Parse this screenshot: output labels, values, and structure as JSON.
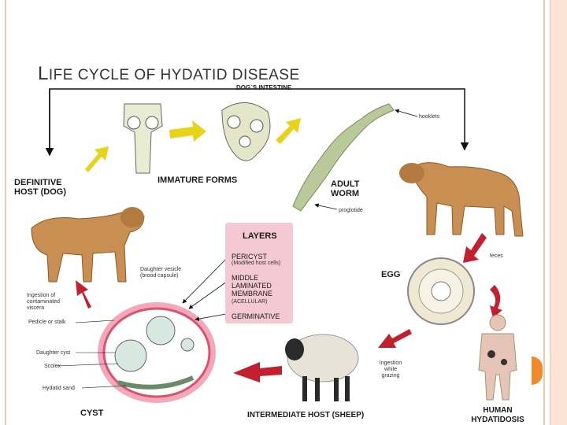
{
  "title": {
    "first": "L",
    "rest": "IFE CYCLE OF HYDATID DISEASE"
  },
  "labels": {
    "dogs_intestine": "DOG`S INTESTINE",
    "hooklets": "hooklets",
    "definitive_host": "DEFINITIVE HOST (DOG)",
    "immature_forms": "IMMATURE FORMS",
    "adult_worm": "ADULT WORM",
    "proglottide": "proglotide",
    "feces": "feces",
    "egg": "EGG",
    "layers": "LAYERS",
    "pericyst": "PERICYST",
    "pericyst_note": "(Modified host cells)",
    "middle_membrane": "MIDDLE LAMINATED MEMBRANE",
    "acellular": "(ACELLULAR)",
    "germinative": "GERMINATIVE",
    "daughter_vesicle": "Daughter vesicle (brood capsule)",
    "ingestion_viscera": "Ingestion of contaminated viscera",
    "pedicle": "Pedicle or stalk",
    "daughter_cyst": "Daughter cyst",
    "scolex": "Scolex",
    "hydatid_sand": "Hydatid sand",
    "cyst": "CYST",
    "intermediate_host": "INTERMEDIATE HOST (SHEEP)",
    "ingestion_grazing": "Ingestion while grazing",
    "human": "HUMAN HYDATIDOSIS"
  },
  "colors": {
    "arrow_yellow": "#e9d21a",
    "arrow_red": "#c3202f",
    "dog_fur": "#c98f52",
    "worm": "#b9c99a",
    "layers_box": "#f4c9d3",
    "cyst_wall": "#e35a76",
    "accent": "#f08a2a"
  }
}
